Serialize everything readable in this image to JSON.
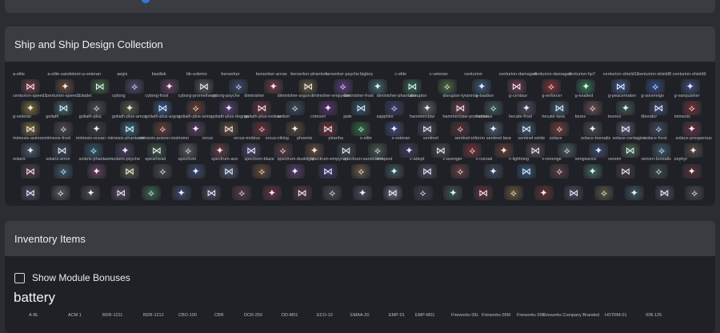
{
  "ship_panel": {
    "title": "Ship and Ship Design Collection"
  },
  "ship_rows": [
    {
      "names": [
        "a-elite",
        "a-elite-sandstorm",
        "a-veteran",
        "aegis",
        "basilisk",
        "bb-solemn",
        "berserker",
        "berserker-arrow",
        "berserker-phantom",
        "berserker-psyche",
        "bigboy",
        "c-elite",
        "c-veteran",
        "centurion",
        "centurion-damage4",
        "centurion-damage6",
        "centurion-hp7",
        "centurion-shield10",
        "centurion-shield8",
        "centurion-shield9"
      ],
      "icons": [
        "⋈",
        "✦",
        "⋈",
        "⟡",
        "✦",
        "⋈",
        "⟡",
        "✦",
        "⋈",
        "⟡",
        "✦",
        "⋈",
        "⟡",
        "✦",
        "⋈",
        "⟡",
        "✦",
        "⋈",
        "⟡",
        "✦"
      ],
      "colors": [
        "#7a3b3b",
        "#6b4a2e",
        "#3c6b3c",
        "#4a4a6b",
        "#6b3b5a",
        "#5a5a5a",
        "#3b4a6b",
        "#7a3b3b",
        "#6b5a2e",
        "#5a3b7a",
        "#3b6b6b",
        "#2e6b4a",
        "#4a6b3b",
        "#3b5a7a",
        "#7a3b4a",
        "#8a2e2e",
        "#2e7a4a",
        "#3b5a8a",
        "#2e4a8a",
        "#3b4a7a"
      ]
    },
    {
      "names": [
        "centurion-speed1",
        "centurion-speed2",
        "citadel",
        "cyborg",
        "cyborg-frost",
        "cyborg-prometheus",
        "cyborg-psyche",
        "diminisher",
        "diminisher-argon",
        "diminisher-empyrian",
        "diminisher-frost",
        "diminisher-phantasm",
        "disruptor",
        "disruptor-tyrannos",
        "g-bastion",
        "g-centaur",
        "g-enforcer",
        "g-exalted",
        "g-peacemaker",
        "g-sovereign",
        "g-vanquisher"
      ],
      "icons": [
        "✦",
        "⋈",
        "⟡",
        "✦",
        "⋈",
        "⟡",
        "✦",
        "⋈",
        "⟡",
        "✦",
        "⋈",
        "⟡",
        "✦",
        "⋈",
        "⟡",
        "✦",
        "⋈",
        "⟡",
        "✦",
        "⋈",
        "⟡"
      ],
      "colors": [
        "#7a6b2e",
        "#3b6b6b",
        "#4a4a4a",
        "#5a5a3b",
        "#2e5a8a",
        "#6b3b2e",
        "#5a3b6b",
        "#6b2e2e",
        "#3b4a5a",
        "#5a2e6b",
        "#2e5a6b",
        "#3b3b6b",
        "#5a5a5a",
        "#6b3b3b",
        "#3b5a5a",
        "#4a4a5a",
        "#3b5a6b",
        "#6b4a4a",
        "#3b5a4a",
        "#3b4a6b",
        "#7a2e2e"
      ]
    },
    {
      "names": [
        "g-veteran",
        "goliath",
        "goliath-plus",
        "goliath-plus-amor",
        "goliath-plus-argon",
        "goliath-plus-arios",
        "goliath-plus-dogma",
        "goliath-plus-neikos",
        "amber",
        "crimson",
        "jade",
        "sapphire",
        "hammerclaw",
        "hammerclaw-prometheus",
        "hecate",
        "hecate-frost",
        "hecate-lava",
        "keres",
        "leonov",
        "liberator",
        "mimesis"
      ],
      "icons": [
        "⋈",
        "⟡",
        "✦",
        "⋈",
        "⟡",
        "✦",
        "⋈",
        "⟡",
        "✦",
        "⋈",
        "⟡",
        "✦",
        "⋈",
        "⟡",
        "✦",
        "⋈",
        "⟡",
        "✦",
        "⋈",
        "⟡",
        "✦"
      ],
      "colors": [
        "#7a6b2e",
        "#4a4a4a",
        "#3b3b3b",
        "#2e6b7a",
        "#6b3b2e",
        "#5a3b5a",
        "#6b4a2e",
        "#6b2e2e",
        "#5a4a2e",
        "#7a2e2e",
        "#2e6b3b",
        "#3b4a7a",
        "#4a4a5a",
        "#5a2e2e",
        "#4a5a6b",
        "#3b5a6b",
        "#7a3b2e",
        "#4a4a4a",
        "#5a5a6b",
        "#3b4a5a",
        "#6b2e3b"
      ]
    },
    {
      "names": [
        "mimesis-asimov",
        "mimesis-frost",
        "mimesis-ocean",
        "mimesis-phantasm",
        "mimesis-poison",
        "nostromo",
        "orcus",
        "orcus-mobius",
        "orcus-viking",
        "phoenix",
        "piranha",
        "s-elite",
        "s-veteran",
        "sentinel",
        "sentinel-inferno",
        "sentinel-lava",
        "sentinel-smite",
        "solace",
        "solace-borealis",
        "solace-contagion",
        "solace-frost",
        "solace-prosperous"
      ],
      "icons": [
        "✦",
        "⋈",
        "⟡",
        "✦",
        "⋈",
        "⟡",
        "✦",
        "⋈",
        "⟡",
        "✦",
        "⋈",
        "⟡",
        "✦",
        "⋈",
        "⟡",
        "✦",
        "⋈",
        "⟡",
        "✦",
        "⋈",
        "⟡",
        "✦"
      ],
      "colors": [
        "#4a5a6b",
        "#3b4a5a",
        "#2e5a6b",
        "#4a3b5a",
        "#3b5a3b",
        "#5a5a5a",
        "#6b3b3b",
        "#4a4a6b",
        "#5a3b3b",
        "#6b4a2e",
        "#3b4a4a",
        "#4a5a4a",
        "#3b3b5a",
        "#4a4a4a",
        "#7a2e2e",
        "#6b3b2e",
        "#5a4a4a",
        "#4a5a5a",
        "#3b4a6b",
        "#4a6b4a",
        "#3b5a6b",
        "#5a4a3b"
      ]
    },
    {
      "names": [
        "solaris",
        "solaris-amor",
        "solaris-phantasm",
        "solaris-psyche",
        "spearhead",
        "spectrum",
        "spectrum-ace",
        "spectrum-blaze",
        "spectrum-dusklight",
        "spectrum-empyrian",
        "spectrum-sandstorm",
        "tempest",
        "v-adept",
        "v-avenger",
        "v-corsair",
        "v-lightning",
        "v-revenge",
        "vengeance",
        "venom",
        "venom-borealis",
        "zephyr"
      ],
      "icons": [
        "⋈",
        "⟡",
        "✦",
        "⋈",
        "⟡",
        "✦",
        "⋈",
        "⟡",
        "✦",
        "⋈",
        "⟡",
        "✦",
        "⋈",
        "⟡",
        "✦",
        "⋈",
        "⟡",
        "✦",
        "⋈",
        "⟡",
        "✦"
      ],
      "colors": [
        "#5a3b3b",
        "#3b5a6b",
        "#6b3b5a",
        "#5a5a3b",
        "#4a4a4a",
        "#3b4a6b",
        "#4a5a6b",
        "#6b4a2e",
        "#5a3b6b",
        "#3b3b6b",
        "#6b5a3b",
        "#3b5a5a",
        "#4a4a5a",
        "#6b3b3b",
        "#3b4a5a",
        "#2e5a7a",
        "#5a3b3b",
        "#3b6b5a",
        "#4a3b3b",
        "#3b4a4a",
        "#5a2e2e"
      ]
    },
    {
      "names": [],
      "icons": [
        "⋈",
        "⟡",
        "✦",
        "⋈",
        "⟡",
        "✦",
        "⋈",
        "⟡",
        "✦",
        "⋈",
        "⟡",
        "✦",
        "⋈",
        "⟡",
        "✦",
        "⋈",
        "⟡",
        "✦",
        "⋈",
        "⟡",
        "✦",
        "⋈",
        "⟡"
      ],
      "colors": [
        "#4a4a5a",
        "#5a5a5a",
        "#4a4a4a",
        "#5a4a5a",
        "#3b6b4a",
        "#3b4a6b",
        "#4a4a5a",
        "#5a3b3b",
        "#6b2e3b",
        "#5a3b3b",
        "#4a4a4a",
        "#4a4a5a",
        "#6b6b7a",
        "#3b3b4a",
        "#3b5a4a",
        "#6b2e2e",
        "#6b5a2e",
        "#6b2e2e",
        "#4a4a5a",
        "#5a5a3b",
        "#3b5a5a",
        "#4a4a5a",
        "#4a4a4a"
      ]
    }
  ],
  "inventory": {
    "title": "Inventory Items",
    "show_bonuses_label": "Show Module Bonuses",
    "category": "battery",
    "items": [
      "A-BL",
      "ACM 1",
      "BDR-1211",
      "BDR-1212",
      "CBO-100",
      "CBR",
      "DCR-250",
      "DD-M01",
      "ECO-10",
      "EMAA-20",
      "EMP-01",
      "EMP-M01",
      "Fireworks 09L",
      "Fireworks 09M",
      "Fireworks 09S",
      "Fireworks Company Branded",
      "HSTRM-01",
      "IDB-125"
    ]
  }
}
